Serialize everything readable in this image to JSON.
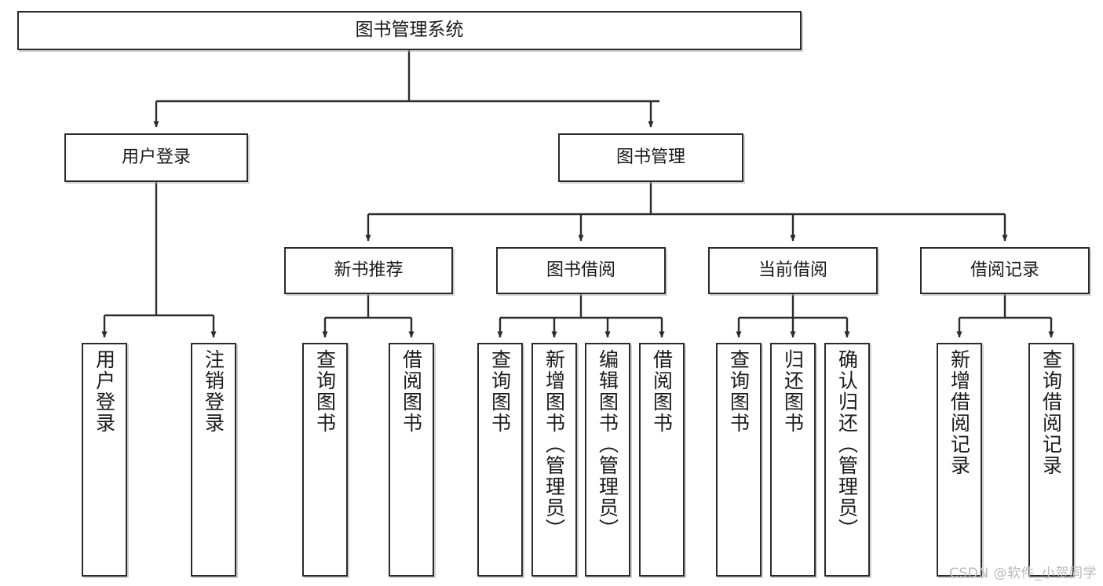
{
  "diagram": {
    "title": "图书管理系统",
    "type": "tree-hierarchy-chart",
    "watermark": "CSDN @软件_小贺同学",
    "colors": {
      "box_border": "#2b2b2b",
      "box_fill": "#ffffff",
      "edge": "#2b2b2b",
      "text": "#1a1a1a",
      "watermark": "#b9b9b9",
      "background": "#ffffff"
    },
    "nodes": {
      "root": {
        "label": "图书管理系统"
      },
      "level2": [
        {
          "id": "user-login",
          "label": "用户登录"
        },
        {
          "id": "book-management",
          "label": "图书管理"
        }
      ],
      "level3": [
        {
          "id": "new-book-recommend",
          "label": "新书推荐"
        },
        {
          "id": "book-borrow",
          "label": "图书借阅"
        },
        {
          "id": "current-borrow",
          "label": "当前借阅"
        },
        {
          "id": "borrow-record",
          "label": "借阅记录"
        }
      ],
      "leaves": {
        "user-login": [
          {
            "id": "leaf-user-login",
            "label": "用户登录"
          },
          {
            "id": "leaf-logout-login",
            "label": "注销登录"
          }
        ],
        "new-book-recommend": [
          {
            "id": "leaf-query-book-1",
            "label": "查询图书"
          },
          {
            "id": "leaf-borrow-book-1",
            "label": "借阅图书"
          }
        ],
        "book-borrow": [
          {
            "id": "leaf-query-book-2",
            "label": "查询图书"
          },
          {
            "id": "leaf-add-book",
            "label": "新增图书（管理员）"
          },
          {
            "id": "leaf-edit-book",
            "label": "编辑图书（管理员）"
          },
          {
            "id": "leaf-borrow-book-2",
            "label": "借阅图书"
          }
        ],
        "current-borrow": [
          {
            "id": "leaf-query-book-3",
            "label": "查询图书"
          },
          {
            "id": "leaf-return-book",
            "label": "归还图书"
          },
          {
            "id": "leaf-confirm-return",
            "label": "确认归还（管理员）"
          }
        ],
        "borrow-record": [
          {
            "id": "leaf-add-record",
            "label": "新增借阅记录"
          },
          {
            "id": "leaf-query-record",
            "label": "查询借阅记录"
          }
        ]
      }
    }
  }
}
